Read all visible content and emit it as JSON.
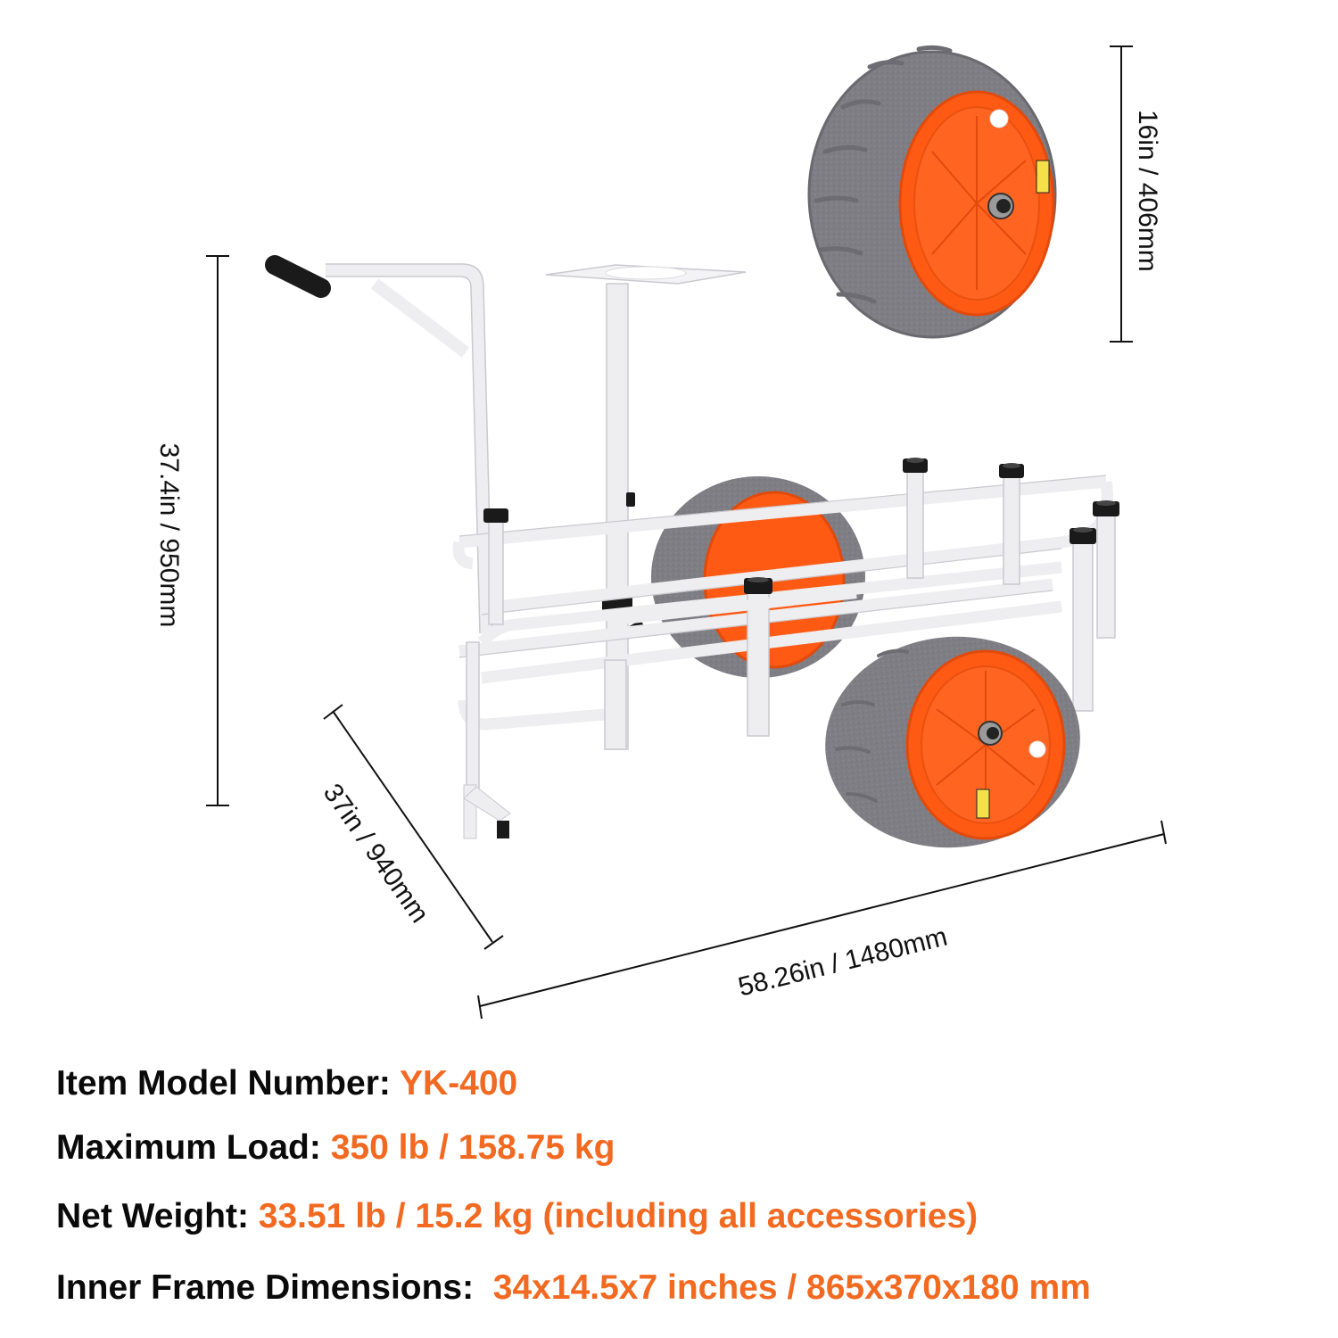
{
  "colors": {
    "accent": "#f26a21",
    "label": "#0a0a0a",
    "frame": "#eeeef0",
    "frame_shadow": "#c9c9cf",
    "tire": "#7f7e84",
    "tire_dark": "#66656b",
    "rim": "#ff5a14",
    "rim_dark": "#e24a0c",
    "cap": "#1a1a1a",
    "dimension_line": "#111111"
  },
  "dimensions": {
    "wheel_diameter": "16in / 406mm",
    "overall_height": "37.4in / 950mm",
    "overall_width": "37in / 940mm",
    "overall_length": "58.26in / 1480mm"
  },
  "specs": [
    {
      "label": "Item Model Number:",
      "value": "YK-400"
    },
    {
      "label": "Maximum Load:",
      "value": "350 lb / 158.75 kg"
    },
    {
      "label": "Net Weight:",
      "value": "33.51 lb / 15.2 kg (including all accessories)"
    },
    {
      "label": "Inner Frame Dimensions:",
      "value": " 34x14.5x7 inches / 865x370x180 mm"
    }
  ],
  "icons": {
    "product": "beach-fishing-cart",
    "wheel": "balloon-wheel"
  }
}
